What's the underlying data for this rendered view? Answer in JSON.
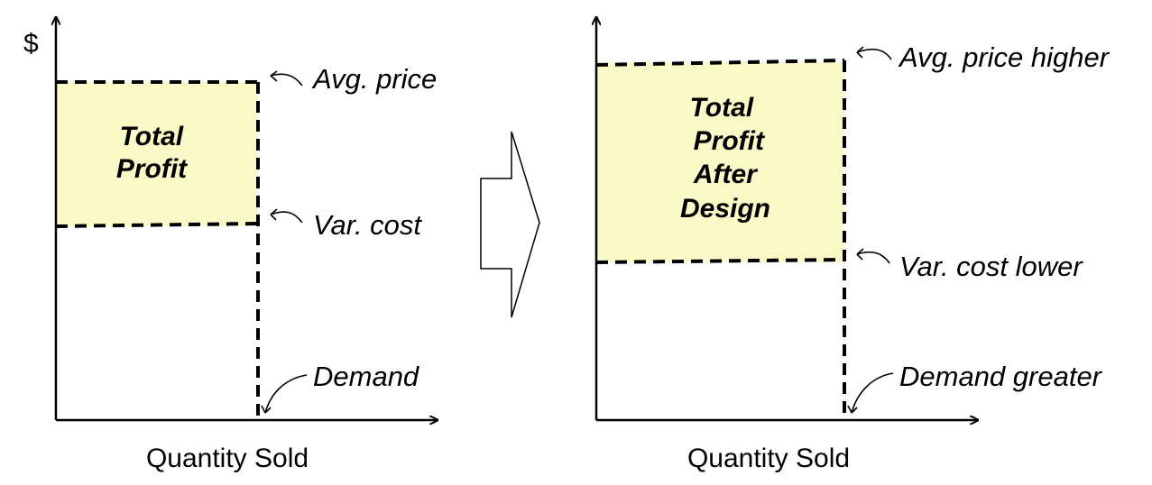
{
  "colors": {
    "profit_fill": "#fafac8",
    "line": "#000000",
    "background": "#ffffff"
  },
  "left_diagram": {
    "y_axis_label": "$",
    "x_axis_label": "Quantity Sold",
    "profit_box_label": [
      "Total",
      "Profit"
    ],
    "annotations": {
      "price": "Avg. price",
      "cost": "Var. cost",
      "demand": "Demand"
    }
  },
  "transition": {
    "icon": "block-arrow-right"
  },
  "right_diagram": {
    "x_axis_label": "Quantity Sold",
    "profit_box_label": [
      "Total",
      "Profit",
      "After",
      "Design"
    ],
    "annotations": {
      "price": "Avg. price higher",
      "cost": "Var. cost lower",
      "demand": "Demand greater"
    }
  }
}
